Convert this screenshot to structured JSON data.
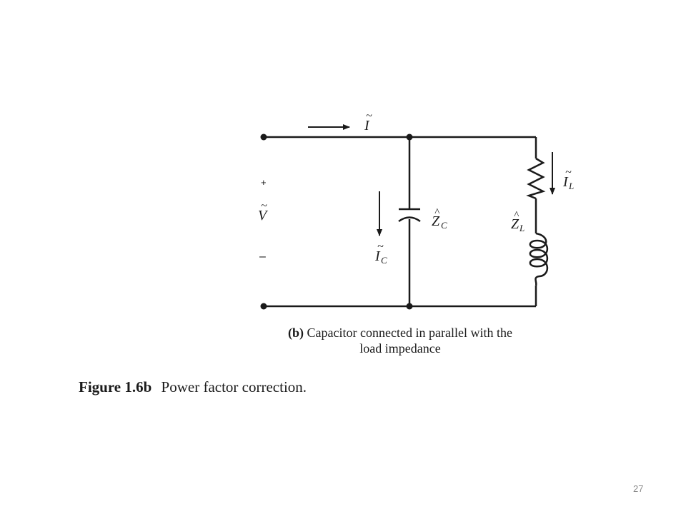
{
  "circuit": {
    "source_voltage": {
      "symbol": "V",
      "accent": "~",
      "plus": "+",
      "minus": "–"
    },
    "total_current": {
      "symbol": "I",
      "accent": "~"
    },
    "capacitor_current": {
      "symbol": "I",
      "accent": "~",
      "subscript": "C"
    },
    "capacitor_impedance": {
      "symbol": "Z",
      "accent": "^",
      "subscript": "C"
    },
    "load_current": {
      "symbol": "I",
      "accent": "~",
      "subscript": "L"
    },
    "load_impedance": {
      "symbol": "Z",
      "accent": "^",
      "subscript": "L"
    }
  },
  "caption": {
    "part": "(b)",
    "line1": "Capacitor connected in parallel with the",
    "line2": "load impedance"
  },
  "figure": {
    "number": "Figure 1.6b",
    "title": "Power factor correction."
  },
  "page_number": "27"
}
